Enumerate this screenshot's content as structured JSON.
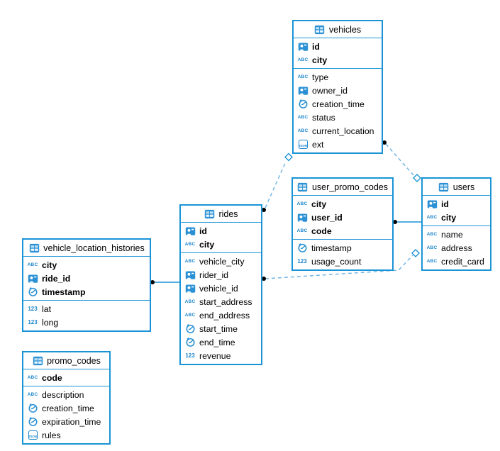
{
  "icons": {
    "text_type": "ABC",
    "numeric_type": "123",
    "json_type": "JSON"
  },
  "colors": {
    "table_border": "#1b94d6",
    "icon_blue": "#1d86cd",
    "dashed_line": "#74b6e4",
    "endpoint_dot": "#000000",
    "background": "#ffffff",
    "text": "#000000"
  },
  "tables": {
    "vehicles": {
      "title": "vehicles",
      "primary_key": [
        {
          "name": "id",
          "type": "id"
        },
        {
          "name": "city",
          "type": "text"
        }
      ],
      "columns": [
        {
          "name": "type",
          "type": "text"
        },
        {
          "name": "owner_id",
          "type": "id"
        },
        {
          "name": "creation_time",
          "type": "time"
        },
        {
          "name": "status",
          "type": "text"
        },
        {
          "name": "current_location",
          "type": "text"
        },
        {
          "name": "ext",
          "type": "json"
        }
      ]
    },
    "user_promo_codes": {
      "title": "user_promo_codes",
      "primary_key": [
        {
          "name": "city",
          "type": "text"
        },
        {
          "name": "user_id",
          "type": "id"
        },
        {
          "name": "code",
          "type": "text"
        }
      ],
      "columns": [
        {
          "name": "timestamp",
          "type": "time"
        },
        {
          "name": "usage_count",
          "type": "numeric"
        }
      ]
    },
    "users": {
      "title": "users",
      "primary_key": [
        {
          "name": "id",
          "type": "id"
        },
        {
          "name": "city",
          "type": "text"
        }
      ],
      "columns": [
        {
          "name": "name",
          "type": "text"
        },
        {
          "name": "address",
          "type": "text"
        },
        {
          "name": "credit_card",
          "type": "text"
        }
      ]
    },
    "rides": {
      "title": "rides",
      "primary_key": [
        {
          "name": "id",
          "type": "id"
        },
        {
          "name": "city",
          "type": "text"
        }
      ],
      "columns": [
        {
          "name": "vehicle_city",
          "type": "text"
        },
        {
          "name": "rider_id",
          "type": "id"
        },
        {
          "name": "vehicle_id",
          "type": "id"
        },
        {
          "name": "start_address",
          "type": "text"
        },
        {
          "name": "end_address",
          "type": "text"
        },
        {
          "name": "start_time",
          "type": "time"
        },
        {
          "name": "end_time",
          "type": "time"
        },
        {
          "name": "revenue",
          "type": "numeric"
        }
      ]
    },
    "vehicle_location_histories": {
      "title": "vehicle_location_histories",
      "primary_key": [
        {
          "name": "city",
          "type": "text"
        },
        {
          "name": "ride_id",
          "type": "id"
        },
        {
          "name": "timestamp",
          "type": "time"
        }
      ],
      "columns": [
        {
          "name": "lat",
          "type": "numeric"
        },
        {
          "name": "long",
          "type": "numeric"
        }
      ]
    },
    "promo_codes": {
      "title": "promo_codes",
      "primary_key": [
        {
          "name": "code",
          "type": "text"
        }
      ],
      "columns": [
        {
          "name": "description",
          "type": "text"
        },
        {
          "name": "creation_time",
          "type": "time"
        },
        {
          "name": "expiration_time",
          "type": "time"
        },
        {
          "name": "rules",
          "type": "json"
        }
      ]
    }
  },
  "relationships": [
    {
      "from": "rides",
      "to": "vehicles",
      "line": "dashed"
    },
    {
      "from": "vehicles",
      "to": "users",
      "line": "dashed"
    },
    {
      "from": "rides",
      "to": "users",
      "line": "dashed"
    },
    {
      "from": "user_promo_codes",
      "to": "users",
      "line": "solid"
    },
    {
      "from": "vehicle_location_histories",
      "to": "rides",
      "line": "solid"
    }
  ]
}
